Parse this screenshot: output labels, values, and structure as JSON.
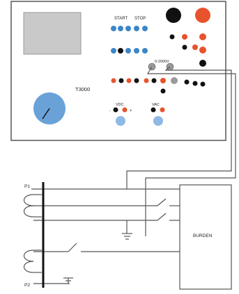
{
  "device": {
    "model": "T3000",
    "start_label": "START",
    "stop_label": "STOP",
    "voltage_label": "0-2000V",
    "vdc_label": "VDC",
    "vac_label": "VAC",
    "minus_sign": "-",
    "plus_sign": "+"
  },
  "circuit": {
    "p1_label": "P1",
    "p2_label": "P2",
    "burden_label": "BURDEN"
  },
  "colors": {
    "panel_fill": "#ffffff",
    "screen": "#c9c9c9",
    "blue_terminal": "#3b86c7",
    "red_terminal": "#e8532d",
    "black_terminal": "#111111",
    "grey_terminal": "#9a9a9a",
    "knob": "#6aa2d8",
    "light_blue": "#8eb9e4"
  }
}
